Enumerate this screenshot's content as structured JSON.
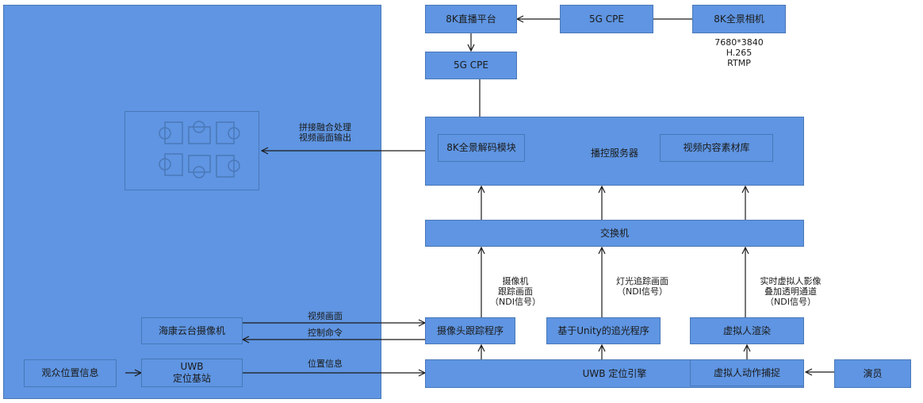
{
  "colors": {
    "box_fill": "#5f95e2",
    "box_border": "#4a78b8",
    "line": "#1a1a1a"
  },
  "nodes": {
    "live_platform": "8K直播平台",
    "cpe_top": "5G CPE",
    "camera_8k": "8K全景相机",
    "camera_spec": "7680*3840\nH.265\nRTMP",
    "cpe_mid": "5G  CPE",
    "server": "播控服务器",
    "decoder": "8K全景解码模块",
    "library": "视频内容素材库",
    "switch": "交换机",
    "tracking_program": "摄像头跟踪程序",
    "unity_program": "基于Unity的追光程序",
    "avatar_render": "虚拟人渲染",
    "uwb_engine": "UWB 定位引擎",
    "motion_capture": "虚拟人动作捕捉",
    "actor": "演员",
    "ptz_camera": "海康云台摄像机",
    "uwb_station": "UWB\n定位基站",
    "audience_position": "观众位置信息"
  },
  "edge_labels": {
    "stitch_output": "拼接融合处理\n视频画面输出",
    "camera_tracking": "摄像机\n跟踪画面\n（NDI信号）",
    "light_tracking": "灯光追踪画面\n（NDI信号）",
    "avatar_stream": "实时虚拟人影像\n叠加透明通道\n（NDI信号）",
    "video_feed": "视频画面",
    "control_cmd": "控制命令",
    "position_info": "位置信息"
  }
}
